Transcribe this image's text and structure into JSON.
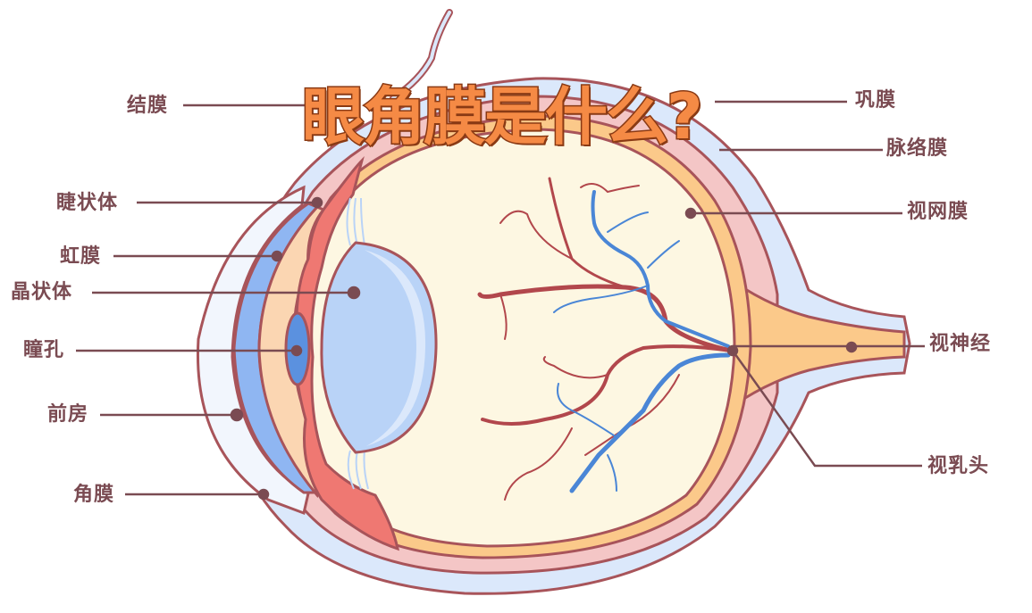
{
  "title": "眼角膜是什么?",
  "colors": {
    "title_fill": "#f58a45",
    "title_stroke": "#8a3a14",
    "outline": "#a8545a",
    "label_text": "#7a4b52",
    "sclera": "#dbe8fb",
    "choroid": "#f4c6c6",
    "retina": "#fbc98a",
    "vitreous": "#fdf7e2",
    "cornea_chamber": "#8fb6f2",
    "iris": "#fbd6b2",
    "ciliary": "#ef7872",
    "lens": "#b9d3f7",
    "pupil": "#5b91df",
    "artery": "#b2474c",
    "vein": "#4a86d6"
  },
  "labels_left": [
    {
      "id": "conjunctiva",
      "text": "结膜"
    },
    {
      "id": "ciliary-body",
      "text": "睫状体"
    },
    {
      "id": "iris",
      "text": "虹膜"
    },
    {
      "id": "lens",
      "text": "晶状体"
    },
    {
      "id": "pupil",
      "text": "瞳孔"
    },
    {
      "id": "anterior-chamber",
      "text": "前房"
    },
    {
      "id": "cornea",
      "text": "角膜"
    }
  ],
  "labels_right": [
    {
      "id": "sclera",
      "text": "巩膜"
    },
    {
      "id": "choroid",
      "text": "脉络膜"
    },
    {
      "id": "retina",
      "text": "视网膜"
    },
    {
      "id": "optic-nerve",
      "text": "视神经"
    },
    {
      "id": "optic-disc",
      "text": "视乳头"
    }
  ]
}
